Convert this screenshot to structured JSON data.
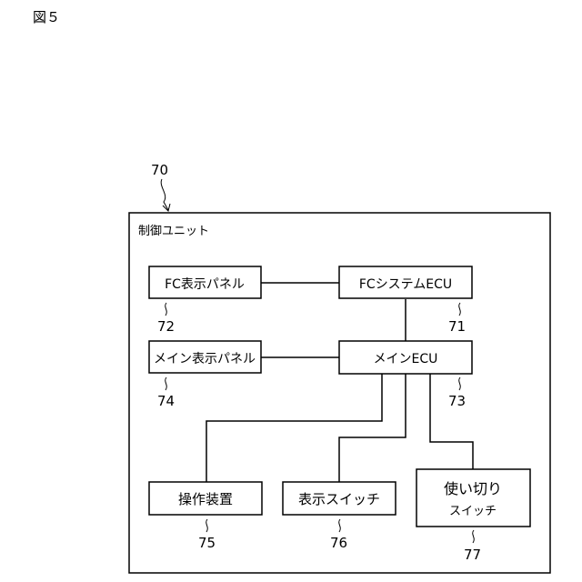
{
  "figure_label": "図５",
  "unit": {
    "ref": "70",
    "title": "制御ユニット"
  },
  "blocks": {
    "fc_panel": {
      "label": "FC表示パネル",
      "ref": "72"
    },
    "fc_ecu": {
      "label": "FCシステムECU",
      "ref": "71"
    },
    "main_panel": {
      "label": "メイン表示パネル",
      "ref": "74"
    },
    "main_ecu": {
      "label": "メインECU",
      "ref": "73"
    },
    "operation": {
      "label": "操作装置",
      "ref": "75"
    },
    "display_sw": {
      "label": "表示スイッチ",
      "ref": "76"
    },
    "disposable": {
      "label_line1": "使い切り",
      "label_line2": "スイッチ",
      "ref": "77"
    }
  }
}
